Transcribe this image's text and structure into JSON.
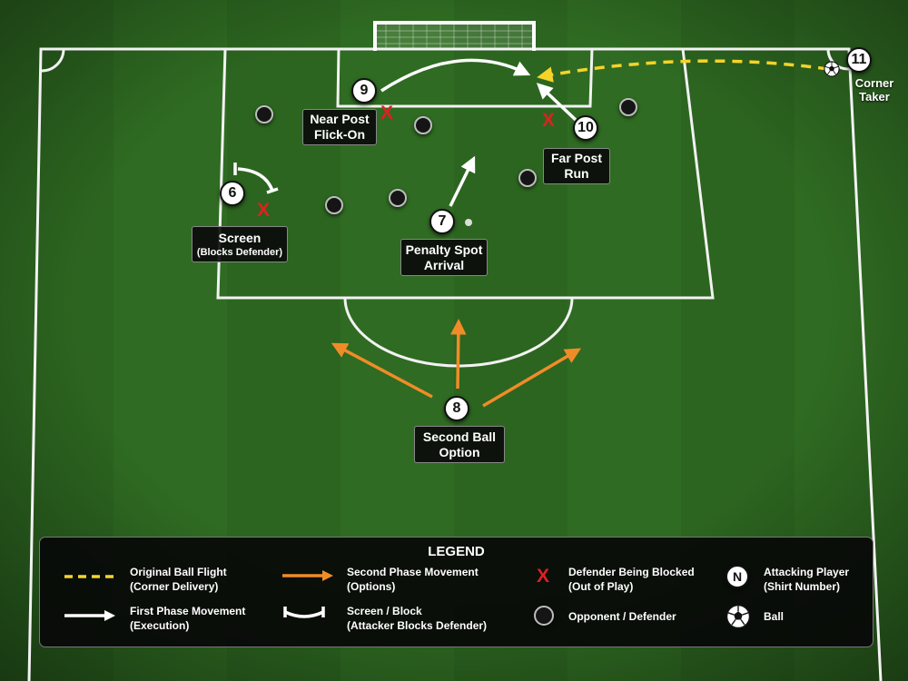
{
  "players": [
    {
      "num": "11",
      "name": "player-11"
    },
    {
      "num": "9",
      "name": "player-9"
    },
    {
      "num": "10",
      "name": "player-10"
    },
    {
      "num": "6",
      "name": "player-6"
    },
    {
      "num": "7",
      "name": "player-7"
    },
    {
      "num": "8",
      "name": "player-8"
    }
  ],
  "labels": {
    "corner_taker": [
      "Corner",
      "Taker"
    ],
    "near_post": [
      "Near Post",
      "Flick-On"
    ],
    "far_post": [
      "Far Post",
      "Run"
    ],
    "screen": [
      "Screen",
      "(Blocks Defender)"
    ],
    "penalty_spot": [
      "Penalty Spot",
      "Arrival"
    ],
    "second_ball": [
      "Second Ball",
      "Option"
    ]
  },
  "legend": {
    "title": "LEGEND",
    "items": [
      {
        "icon": "dashed-yellow-line-icon",
        "text": [
          "Original Ball Flight",
          "(Corner Delivery)"
        ]
      },
      {
        "icon": "orange-arrow-icon",
        "text": [
          "Second Phase Movement",
          "(Options)"
        ]
      },
      {
        "icon": "red-x-icon",
        "text": [
          "Defender Being Blocked",
          "(Out of Play)"
        ]
      },
      {
        "icon": "player-circle-icon",
        "symbol": "N",
        "text": [
          "Attacking Player",
          "(Shirt Number)"
        ]
      },
      {
        "icon": "white-arrow-icon",
        "text": [
          "First Phase Movement",
          "(Execution)"
        ]
      },
      {
        "icon": "screen-block-icon",
        "text": [
          "Screen / Block",
          "(Attacker Blocks Defender)"
        ]
      },
      {
        "icon": "opponent-circle-icon",
        "text": [
          "Opponent / Defender"
        ]
      },
      {
        "icon": "ball-icon",
        "text": [
          "Ball"
        ]
      }
    ]
  },
  "colors": {
    "grass_light": "#2f6b22",
    "grass_dark": "#255a1b",
    "ball_flight": "#f5d328",
    "second_phase": "#f08c28",
    "first_phase": "#ffffff",
    "blocked_defender": "#e02020"
  }
}
